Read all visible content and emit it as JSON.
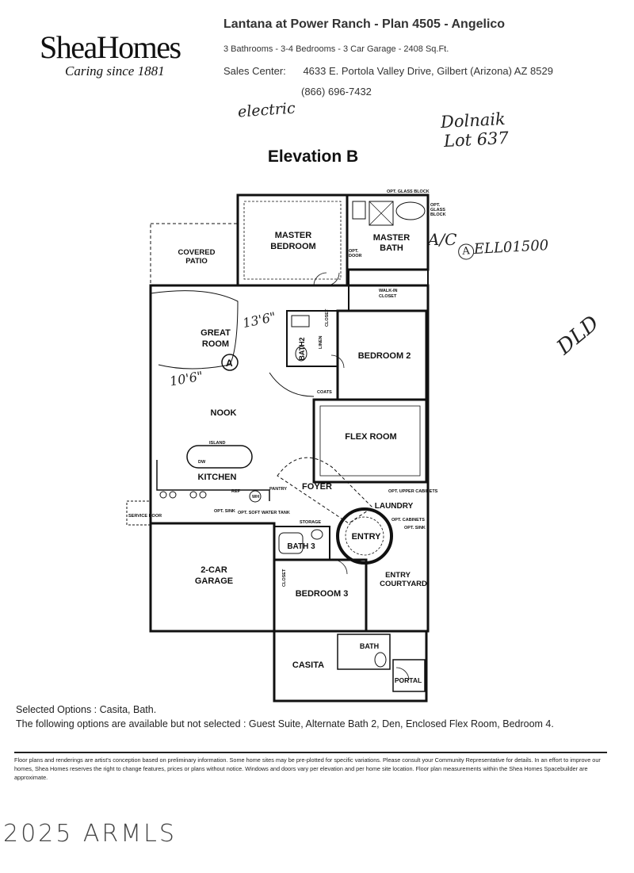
{
  "header": {
    "logo_text": "SheaHomes",
    "tagline": "Caring since 1881",
    "project_title": "Lantana at Power Ranch - Plan 4505 - Angelico",
    "specs": "3 Bathrooms - 3-4 Bedrooms - 3 Car Garage - 2408 Sq.Ft.",
    "sales_center_label": "Sales Center:",
    "sales_center_address": "4633 E. Portola Valley Drive, Gilbert (Arizona) AZ 8529",
    "phone": "(866) 696-7432"
  },
  "handwritten": {
    "electric": "electric",
    "buyer": "Dolnaik",
    "lot": "Lot 637",
    "ac": "A/C",
    "elevation_code": "ELL01500",
    "dim_long": "13'6\"",
    "dim_short": "10'6\"",
    "initials": "DLD"
  },
  "elevation_title": "Elevation B",
  "rooms": {
    "covered_patio_1": "COVERED",
    "covered_patio_2": "PATIO",
    "master_bedroom_1": "MASTER",
    "master_bedroom_2": "BEDROOM",
    "master_bath_1": "MASTER",
    "master_bath_2": "BATH",
    "great_room_1": "GREAT",
    "great_room_2": "ROOM",
    "bath2": "BATH2",
    "bedroom2": "BEDROOM 2",
    "nook": "NOOK",
    "flex_room": "FLEX ROOM",
    "kitchen": "KITCHEN",
    "foyer": "FOYER",
    "laundry": "LAUNDRY",
    "entry": "ENTRY",
    "bath3": "BATH 3",
    "garage_1": "2-CAR",
    "garage_2": "GARAGE",
    "bedroom3": "BEDROOM 3",
    "entry_courtyard_1": "ENTRY",
    "entry_courtyard_2": "COURTYARD",
    "casita": "CASITA",
    "casita_bath": "BATH",
    "portal": "PORTAL"
  },
  "small_labels": {
    "opt_glass_block": "OPT. GLASS BLOCK",
    "opt": "OPT.",
    "glass": "GLASS",
    "block": "BLOCK",
    "door": "DOOR",
    "walk_in": "WALK-IN",
    "closet": "CLOSET",
    "linen": "LINEN",
    "coats": "COATS",
    "island": "ISLAND",
    "dw": "DW",
    "ref": "REF",
    "wh": "WH",
    "pantry": "PANTRY",
    "opt_sink": "OPT. SINK",
    "opt_soft_water": "OPT. SOFT WATER TANK",
    "service_door": "SERVICE DOOR",
    "storage": "STORAGE",
    "upper_cabinets": "OPT. UPPER CABINETS",
    "opt_cabinets": "OPT. CABINETS",
    "opt_sink2": "OPT. SINK"
  },
  "options": {
    "selected": "Selected Options : Casita, Bath.",
    "not_selected": "The following options are available but not selected : Guest Suite, Alternate Bath 2, Den, Enclosed Flex Room, Bedroom 4."
  },
  "disclaimer": "Floor plans and renderings are artist's conception based on preliminary information. Some home sites may be pre-plotted for specific variations. Please consult your Community Representative for details. In an effort to improve our homes, Shea Homes reserves the right to change features, prices or plans without notice. Windows and doors vary per elevation and per home site location. Floor plan measurements within the Shea Homes Spacebuilder are approximate.",
  "watermark": "2025 ARMLS"
}
